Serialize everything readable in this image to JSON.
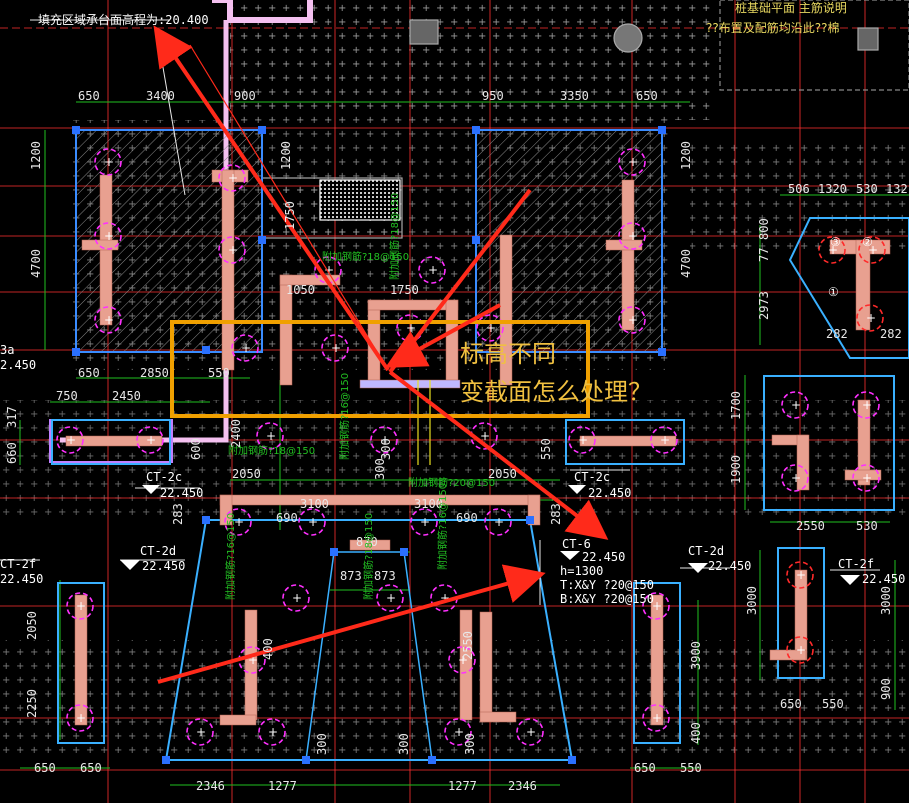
{
  "top_left_note": "填充区域承台面高程为:20.400",
  "top_right_note": "??布置及配筋均沿此??棉",
  "top_right_note2": "桩基础平面 主筋说明",
  "annotation": {
    "line1": "标高不同",
    "line2": "变截面怎么处理？",
    "color": "#f0a000"
  },
  "dims_top": [
    "650",
    "3400",
    "900",
    "950",
    "3350",
    "650"
  ],
  "dims_mid": [
    "650",
    "2850",
    "550"
  ],
  "dims_left_row": [
    "750",
    "2450"
  ],
  "dims_top_right": [
    "506",
    "1320",
    "530",
    "132"
  ],
  "dims_vertical_left": [
    "1200",
    "4700",
    "317",
    "660",
    "2050",
    "2250"
  ],
  "dims_vertical_mid": [
    "1200",
    "1750",
    "2400",
    "2550",
    "300",
    "550",
    "600",
    "283",
    "283"
  ],
  "dims_vertical_right": [
    "1200",
    "4700",
    "77",
    "800",
    "2973",
    "1700",
    "1900",
    "3000",
    "3000",
    "900",
    "3900",
    "400",
    "400",
    "300",
    "300",
    "300"
  ],
  "dims_center": [
    "1050",
    "1750",
    "2050",
    "2050",
    "3100",
    "3100",
    "690",
    "690",
    "870",
    "873",
    "873",
    "300"
  ],
  "dims_bottom": [
    "650",
    "650",
    "2346",
    "1277",
    "1277",
    "2346",
    "650",
    "550"
  ],
  "dims_bottom_right": [
    "2550",
    "530",
    "650",
    "550",
    "282",
    "282"
  ],
  "caps": [
    {
      "name": "CT-2c",
      "elev": "22.450"
    },
    {
      "name": "CT-2c",
      "elev": "22.450"
    },
    {
      "name": "CT-2d",
      "elev": "22.450"
    },
    {
      "name": "CT-2d",
      "elev": "22.450"
    },
    {
      "name": "CT-2f",
      "elev": "22.450"
    },
    {
      "name": "CT-2f",
      "elev": "22.450"
    },
    {
      "name": "CT-6",
      "elev": "22.450"
    }
  ],
  "ct6_detail": [
    "h=1300",
    "T:X&Y ?20@150",
    "B:X&Y ?20@150"
  ],
  "left_edge_labels": [
    "3a",
    "2.450"
  ],
  "rebar_labels": [
    "附加钢筋?18@150",
    "附加钢筋?18@150",
    "附加钢筋?20@150",
    "附加钢筋?16@150",
    "附加钢筋?16@150",
    "附加钢筋?16@150",
    "附加钢筋?18@150",
    "附加钢筋?18@150"
  ],
  "circle_numbers": [
    "①",
    "②",
    "③"
  ]
}
